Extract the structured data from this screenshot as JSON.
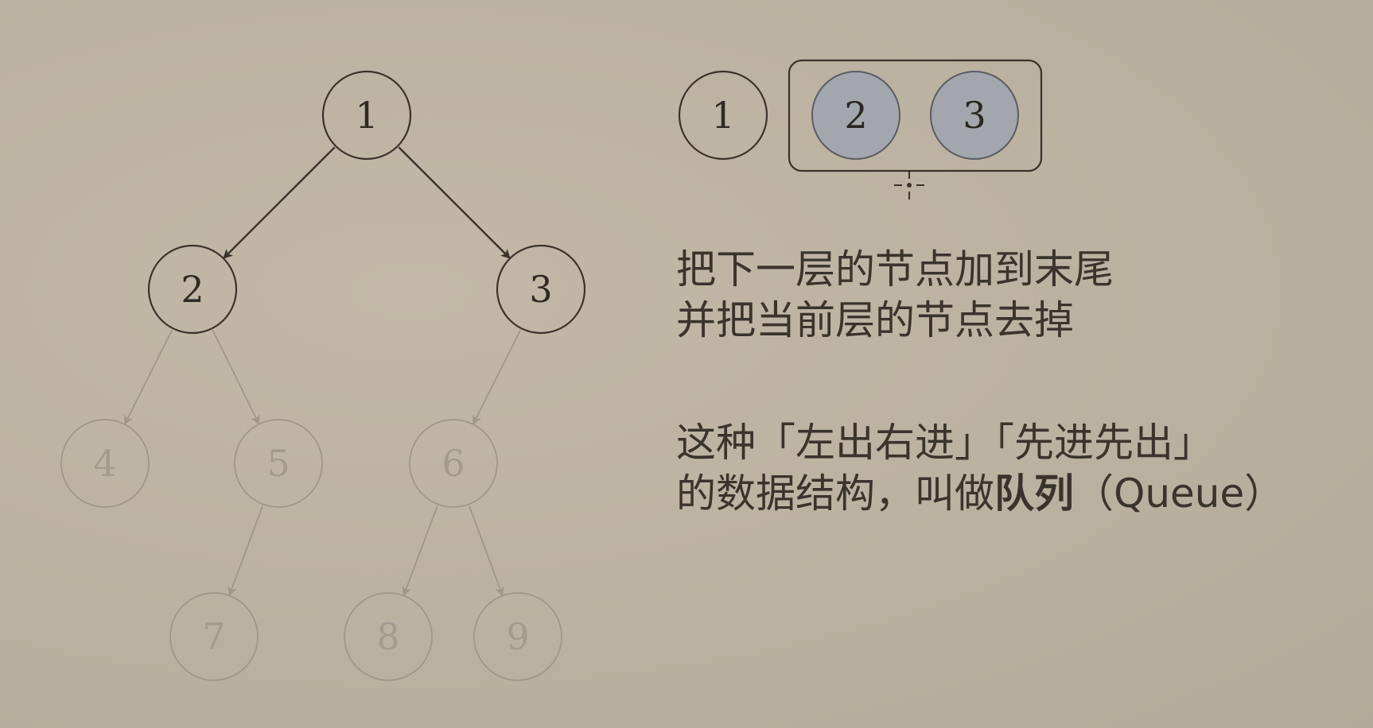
{
  "tree": {
    "nodes": [
      {
        "id": "1",
        "label": "1",
        "active": true
      },
      {
        "id": "2",
        "label": "2",
        "active": true
      },
      {
        "id": "3",
        "label": "3",
        "active": true
      },
      {
        "id": "4",
        "label": "4",
        "active": false
      },
      {
        "id": "5",
        "label": "5",
        "active": false
      },
      {
        "id": "6",
        "label": "6",
        "active": false
      },
      {
        "id": "7",
        "label": "7",
        "active": false
      },
      {
        "id": "8",
        "label": "8",
        "active": false
      },
      {
        "id": "9",
        "label": "9",
        "active": false
      }
    ],
    "edges": [
      {
        "from": "1",
        "to": "2",
        "active": true
      },
      {
        "from": "1",
        "to": "3",
        "active": true
      },
      {
        "from": "2",
        "to": "4",
        "active": false
      },
      {
        "from": "2",
        "to": "5",
        "active": false
      },
      {
        "from": "3",
        "to": "6",
        "active": false
      },
      {
        "from": "5",
        "to": "7",
        "active": false
      },
      {
        "from": "6",
        "to": "8",
        "active": false
      },
      {
        "from": "6",
        "to": "9",
        "active": false
      }
    ]
  },
  "queue": {
    "removed": "1",
    "items": [
      "2",
      "3"
    ]
  },
  "text": {
    "line1": "把下一层的节点加到末尾",
    "line2": "并把当前层的节点去掉",
    "line3": "这种「左出右进」「先进先出」",
    "line4_prefix": "的数据结构，叫做",
    "line4_bold": "队列",
    "line4_suffix": "（Queue）"
  },
  "colors": {
    "stroke_active": "#3a332b",
    "stroke_faded": "#9f978a",
    "queue_fill": "#a3a7ad",
    "text": "#3b342c"
  }
}
